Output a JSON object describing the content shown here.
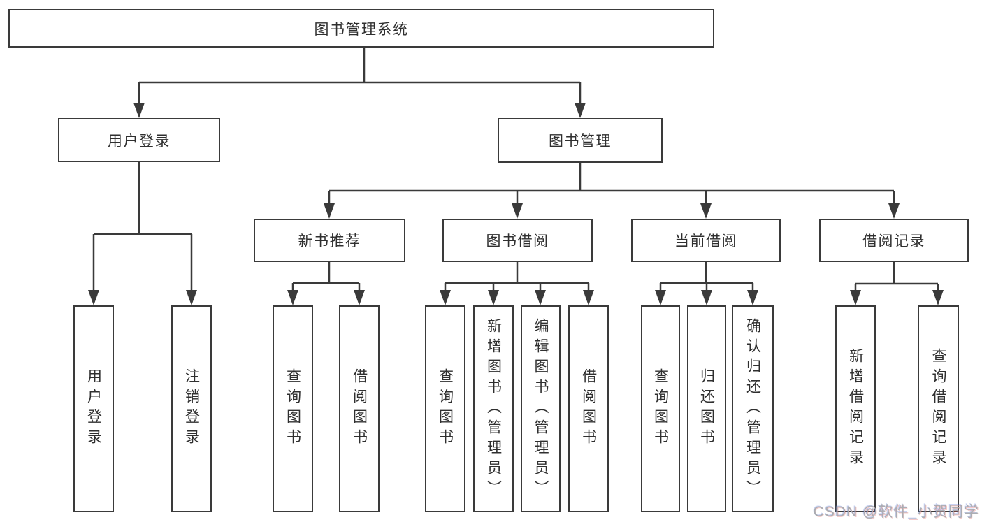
{
  "nodes": {
    "root": "图书管理系统",
    "user_login": "用户登录",
    "book_mgmt": "图书管理",
    "new_book_rec": "新书推荐",
    "book_borrow": "图书借阅",
    "current_borrow": "当前借阅",
    "borrow_record": "借阅记录",
    "leaf_user_login": "用户登录",
    "leaf_logout": "注销登录",
    "leaf_query_book_1": "查询图书",
    "leaf_borrow_book_1": "借阅图书",
    "leaf_query_book_2": "查询图书",
    "leaf_add_book": "新增图书（管理员）",
    "leaf_edit_book": "编辑图书（管理员）",
    "leaf_borrow_book_2": "借阅图书",
    "leaf_query_book_3": "查询图书",
    "leaf_return_book": "归还图书",
    "leaf_confirm_return": "确认归还（管理员）",
    "leaf_add_record": "新增借阅记录",
    "leaf_query_record": "查询借阅记录"
  },
  "watermark": {
    "text": "CSDN @软件_小贺同学"
  },
  "palette": {
    "line": "#3a3a3a",
    "text": "#2f2f2f",
    "watermark": "#a8abaf"
  }
}
